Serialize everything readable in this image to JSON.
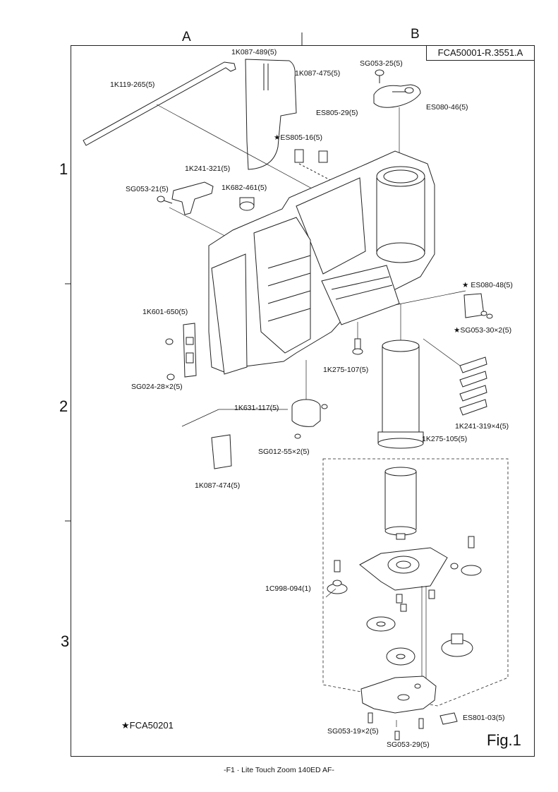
{
  "header": {
    "column_a": "A",
    "column_b": "B",
    "doc_id": "FCA50001-R.3551.A"
  },
  "rows": [
    "1",
    "2",
    "3"
  ],
  "parts": [
    {
      "code": "1K087-489(5)"
    },
    {
      "code": "1K087-475(5)"
    },
    {
      "code": "SG053-25(5)"
    },
    {
      "code": "1K119-265(5)"
    },
    {
      "code": "ES080-46(5)"
    },
    {
      "code": "ES805-29(5)"
    },
    {
      "code": "★ES805-16(5)"
    },
    {
      "code": "1K241-321(5)"
    },
    {
      "code": "SG053-21(5)"
    },
    {
      "code": "1K682-461(5)"
    },
    {
      "code": "★ ES080-48(5)"
    },
    {
      "code": "★SG053-30×2(5)"
    },
    {
      "code": "1K601-650(5)"
    },
    {
      "code": "1K275-107(5)"
    },
    {
      "code": "SG024-28×2(5)"
    },
    {
      "code": "1K631-117(5)"
    },
    {
      "code": "1K241-319×4(5)"
    },
    {
      "code": "1K275-105(5)"
    },
    {
      "code": "SG012-55×2(5)"
    },
    {
      "code": "1K087-474(5)"
    },
    {
      "code": "1C998-094(1)"
    },
    {
      "code": "ES801-03(5)"
    },
    {
      "code": "SG053-19×2(5)"
    },
    {
      "code": "SG053-29(5)"
    }
  ],
  "footnote": "★FCA50201",
  "figure_label": "Fig.1",
  "caption": "-F1 · Lite Touch Zoom 140ED AF-"
}
